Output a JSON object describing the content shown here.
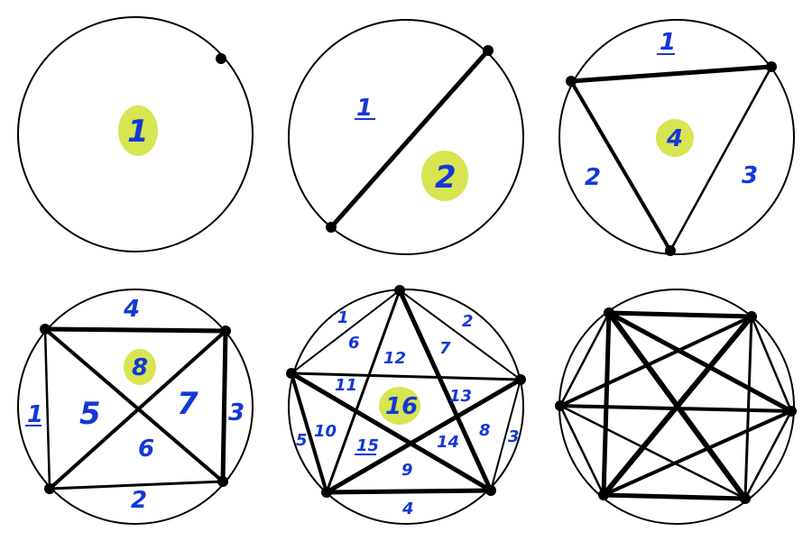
{
  "colors": {
    "ink": "#000000",
    "label": "#1437d8",
    "highlight": "#d6e551",
    "background": "#ffffff"
  },
  "panels": [
    {
      "id": "n1",
      "points": 1,
      "regions_total": "1",
      "region_labels": []
    },
    {
      "id": "n2",
      "points": 2,
      "regions_total": "2",
      "region_labels": [
        "1"
      ]
    },
    {
      "id": "n3",
      "points": 3,
      "regions_total": "4",
      "region_labels": [
        "1",
        "2",
        "3"
      ]
    },
    {
      "id": "n4",
      "points": 4,
      "regions_total": "8",
      "region_labels": [
        "4",
        "1",
        "5",
        "7",
        "3",
        "6",
        "2"
      ]
    },
    {
      "id": "n5",
      "points": 5,
      "regions_total": "16",
      "region_labels": [
        "1",
        "2",
        "6",
        "12",
        "7",
        "11",
        "13",
        "5",
        "10",
        "8",
        "3",
        "15",
        "14",
        "9",
        "4"
      ]
    },
    {
      "id": "n6",
      "points": 6,
      "regions_total": "",
      "region_labels": []
    }
  ]
}
